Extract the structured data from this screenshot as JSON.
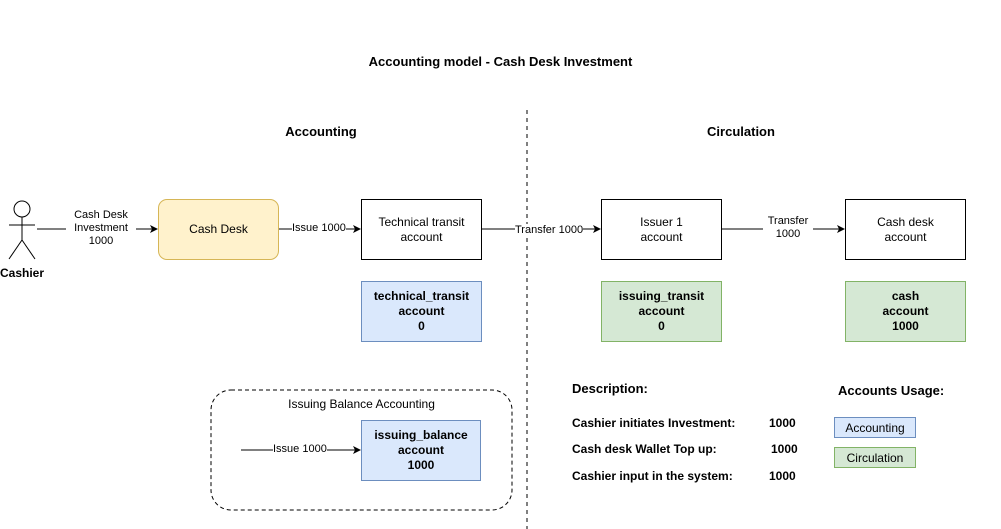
{
  "title": "Accounting model - Cash Desk Investment",
  "sections": {
    "accounting": "Accounting",
    "circulation": "Circulation"
  },
  "actor": {
    "label": "Cashier"
  },
  "edges": {
    "investment": [
      "Cash Desk",
      "Investment",
      "1000"
    ],
    "issue": "Issue 1000",
    "transfer_mid": "Transfer 1000",
    "transfer_right": [
      "Transfer",
      "1000"
    ],
    "issue_balance": "Issue 1000"
  },
  "nodes": {
    "cash_desk": "Cash Desk",
    "technical_transit": [
      "Technical transit",
      "account"
    ],
    "issuer1": [
      "Issuer 1",
      "account"
    ],
    "cash_desk_account": [
      "Cash desk",
      "account"
    ]
  },
  "accounts": {
    "technical_transit": [
      "technical_transit",
      "account",
      "0"
    ],
    "issuing_transit": [
      "issuing_transit",
      "account",
      "0"
    ],
    "cash": [
      "cash",
      "account",
      "1000"
    ],
    "issuing_balance": [
      "issuing_balance",
      "account",
      "1000"
    ]
  },
  "group": {
    "label": "Issuing Balance Accounting"
  },
  "description": {
    "heading": "Description:",
    "rows": [
      {
        "label": "Cashier initiates Investment:",
        "value": "1000"
      },
      {
        "label": "Cash desk Wallet Top up:",
        "value": "1000"
      },
      {
        "label": "Cashier input in the system:",
        "value": "1000"
      }
    ]
  },
  "legend": {
    "heading": "Accounts Usage:",
    "items": [
      {
        "label": "Accounting",
        "color": "#dae8fc"
      },
      {
        "label": "Circulation",
        "color": "#d5e8d4"
      }
    ]
  }
}
